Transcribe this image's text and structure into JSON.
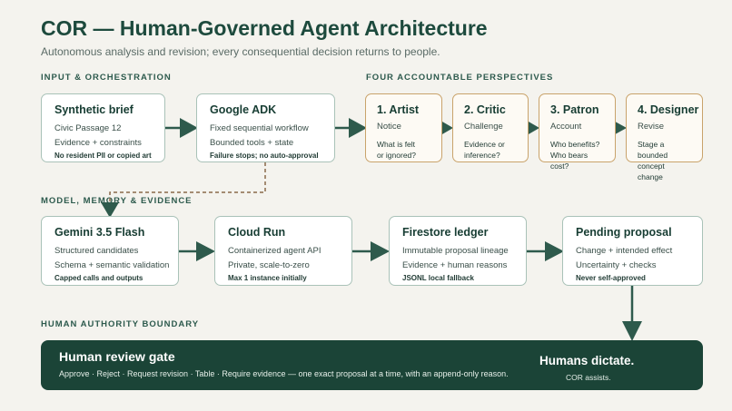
{
  "title": "COR — Human-Governed Agent Architecture",
  "subtitle": "Autonomous analysis and revision; every consequential decision returns to people.",
  "sections": {
    "input": "INPUT & ORCHESTRATION",
    "perspectives": "FOUR ACCOUNTABLE PERSPECTIVES",
    "model": "MODEL, MEMORY & EVIDENCE",
    "authority": "HUMAN AUTHORITY BOUNDARY"
  },
  "input_boxes": [
    {
      "title": "Synthetic brief",
      "line1": "Civic Passage 12",
      "line2": "Evidence + constraints",
      "line3": "No resident PII or copied art"
    },
    {
      "title": "Google ADK",
      "line1": "Fixed sequential workflow",
      "line2": "Bounded tools + state",
      "line3": "Failure stops; no auto-approval"
    }
  ],
  "perspectives": [
    {
      "title": "1. Artist",
      "verb": "Notice",
      "q1": "What is felt",
      "q2": "or ignored?"
    },
    {
      "title": "2. Critic",
      "verb": "Challenge",
      "q1": "Evidence or",
      "q2": "inference?"
    },
    {
      "title": "3. Patron",
      "verb": "Account",
      "q1": "Who benefits?",
      "q2": "Who bears cost?"
    },
    {
      "title": "4. Designer",
      "verb": "Revise",
      "q1": "Stage a bounded",
      "q2": "concept change"
    }
  ],
  "model_boxes": [
    {
      "title": "Gemini 3.5 Flash",
      "line1": "Structured candidates",
      "line2": "Schema + semantic validation",
      "line3": "Capped calls and outputs"
    },
    {
      "title": "Cloud Run",
      "line1": "Containerized agent API",
      "line2": "Private, scale-to-zero",
      "line3": "Max 1 instance initially"
    },
    {
      "title": "Firestore ledger",
      "line1": "Immutable proposal lineage",
      "line2": "Evidence + human reasons",
      "line3": "JSONL local fallback"
    },
    {
      "title": "Pending proposal",
      "line1": "Change + intended effect",
      "line2": "Uncertainty + checks",
      "line3": "Never self-approved"
    }
  ],
  "gate": {
    "title": "Human review gate",
    "description": "Approve · Reject · Request revision · Table · Require evidence — one exact proposal at a time, with an append-only reason.",
    "right_title": "Humans dictate.",
    "right_sub": "COR assists."
  },
  "colors": {
    "background": "#f4f3ee",
    "dark_green": "#1b4437",
    "box_border": "#a9c2b8",
    "perspective_border": "#c9a36b",
    "dashed_connector": "#8a6a4a"
  }
}
